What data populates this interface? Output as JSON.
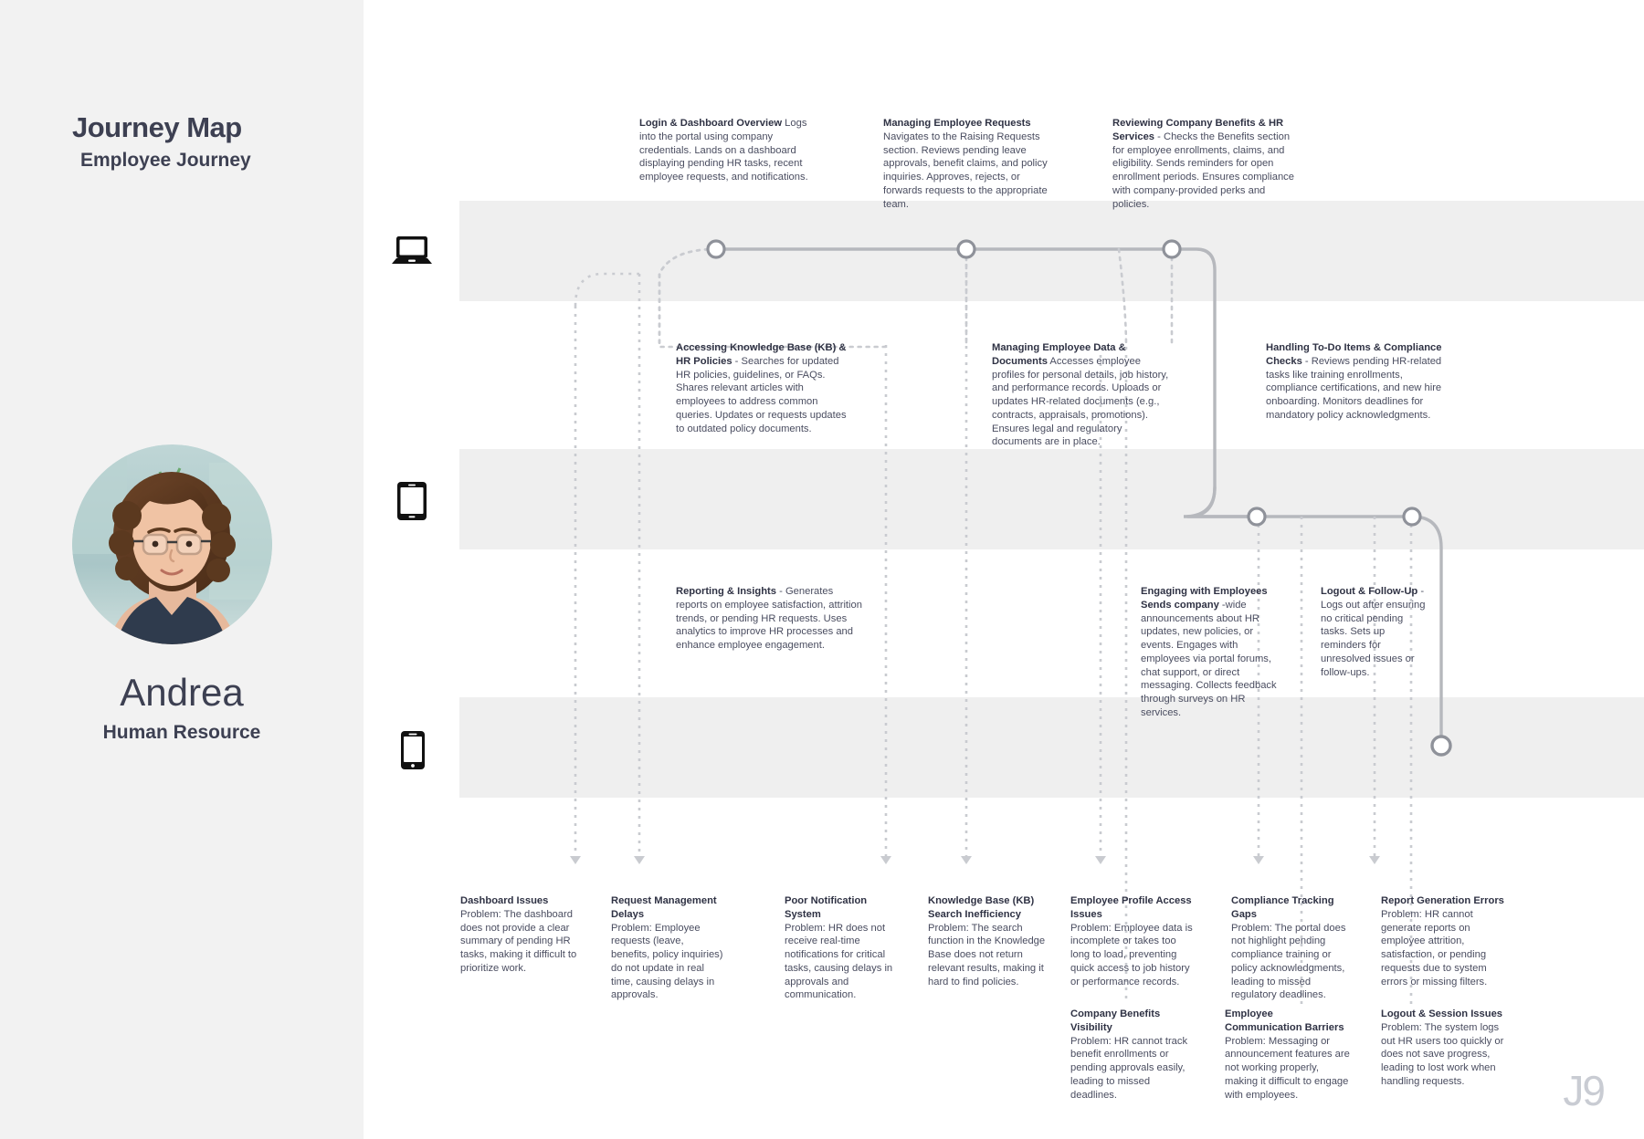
{
  "sidebar": {
    "title": "Journey Map",
    "subtitle": "Employee Journey",
    "persona_name": "Andrea",
    "persona_role": "Human Resource",
    "avatar_alt": "persona-photo"
  },
  "logo": "J9",
  "lanes": [
    {
      "id": "desktop",
      "icon": "laptop-icon"
    },
    {
      "id": "tablet",
      "icon": "tablet-icon"
    },
    {
      "id": "mobile",
      "icon": "smartphone-icon"
    }
  ],
  "colors": {
    "page_bg": "#ffffff",
    "sidebar_bg": "#f2f2f2",
    "band_bg": "#efefef",
    "heading": "#3d4052",
    "body_text": "#4a4d60",
    "flow_line": "#b6b8bd",
    "dashed_line": "#c9cbd0",
    "node_stroke": "#8f929a",
    "logo": "#c9ccd3"
  },
  "steps": [
    {
      "id": "step-1",
      "title": "Login & Dashboard Overview",
      "body": "Logs into the portal using company credentials. Lands on a dashboard displaying pending HR tasks, recent employee requests, and notifications.",
      "lane": "desktop"
    },
    {
      "id": "step-2",
      "title": "Managing Employee Requests",
      "body": "Navigates to the Raising Requests section. Reviews pending leave approvals, benefit claims, and policy inquiries. Approves, rejects, or forwards requests to the appropriate team.",
      "lane": "desktop"
    },
    {
      "id": "step-3",
      "title": "Reviewing Company Benefits & HR Services",
      "body": " - Checks the Benefits section for employee enrollments, claims, and eligibility. Sends reminders for open enrollment periods. Ensures compliance with company-provided perks and policies.",
      "lane": "desktop"
    },
    {
      "id": "step-4",
      "title": "Accessing Knowledge Base (KB) & HR Policies",
      "body": "- Searches for updated HR policies, guidelines, or FAQs. Shares relevant articles with employees to address common queries. Updates or requests updates to outdated policy documents.",
      "lane": "desktop"
    },
    {
      "id": "step-5",
      "title": "Managing Employee Data & Documents",
      "body": "Accesses employee profiles for personal details, job history, and performance records. Uploads or updates HR-related documents (e.g., contracts, appraisals, promotions). Ensures legal and regulatory documents are in place.",
      "lane": "desktop"
    },
    {
      "id": "step-6",
      "title": "Handling To-Do Items & Compliance Checks",
      "body": " - Reviews pending HR-related tasks like training enrollments, compliance certifications, and new hire onboarding. Monitors deadlines for mandatory policy acknowledgments.",
      "lane": "desktop"
    },
    {
      "id": "step-7",
      "title": "Reporting & Insights",
      "body": " - Generates reports on employee satisfaction, attrition trends, or pending HR requests. Uses analytics to improve HR processes and enhance employee engagement.",
      "lane": "tablet"
    },
    {
      "id": "step-8",
      "title": "Engaging with Employees Sends company",
      "body": "-wide announcements about HR updates, new policies, or events. Engages with employees via portal forums, chat support, or direct messaging. Collects feedback through surveys on HR services.",
      "lane": "tablet"
    },
    {
      "id": "step-9",
      "title": "Logout & Follow-Up",
      "body": " - Logs out after ensuring no critical pending tasks. Sets up reminders for unresolved issues or follow-ups.",
      "lane": "tablet"
    }
  ],
  "problems": [
    {
      "id": "problem-1",
      "title": "Dashboard Issues",
      "body": "Problem: The dashboard does not provide a clear summary of pending HR tasks, making it difficult to prioritize work."
    },
    {
      "id": "problem-2",
      "title": "Request Management Delays",
      "body": "Problem: Employee requests (leave, benefits, policy inquiries) do not update in real time, causing delays in approvals."
    },
    {
      "id": "problem-3",
      "title": "Poor Notification System",
      "body": "Problem: HR does not receive real-time notifications for critical tasks, causing delays in approvals and communication."
    },
    {
      "id": "problem-4",
      "title": "Knowledge Base (KB) Search Inefficiency",
      "body": "Problem: The search function in the Knowledge Base does not return relevant results, making it hard to find policies."
    },
    {
      "id": "problem-5",
      "title": "Employee Profile Access Issues",
      "body": "Problem: Employee data is incomplete or takes too long to load, preventing quick access to job history or performance records."
    },
    {
      "id": "problem-6",
      "title": "Compliance Tracking Gaps",
      "body": "Problem: The portal does not highlight pending compliance training or policy acknowledgments, leading to missed regulatory deadlines."
    },
    {
      "id": "problem-7",
      "title": "Report Generation Errors",
      "body": "Problem: HR cannot generate reports on employee attrition, satisfaction, or pending requests due to system errors or missing filters."
    },
    {
      "id": "problem-8",
      "title": "Company Benefits Visibility",
      "body": "Problem: HR cannot track benefit enrollments or pending approvals easily, leading to missed deadlines."
    },
    {
      "id": "problem-9",
      "title": "Employee Communication Barriers",
      "body": "Problem: Messaging or announcement features are not working properly, making it difficult to engage with employees."
    },
    {
      "id": "problem-10",
      "title": "Logout & Session Issues",
      "body": "Problem: The system logs out HR users too quickly or does not save progress, leading to lost work when handling requests."
    }
  ]
}
